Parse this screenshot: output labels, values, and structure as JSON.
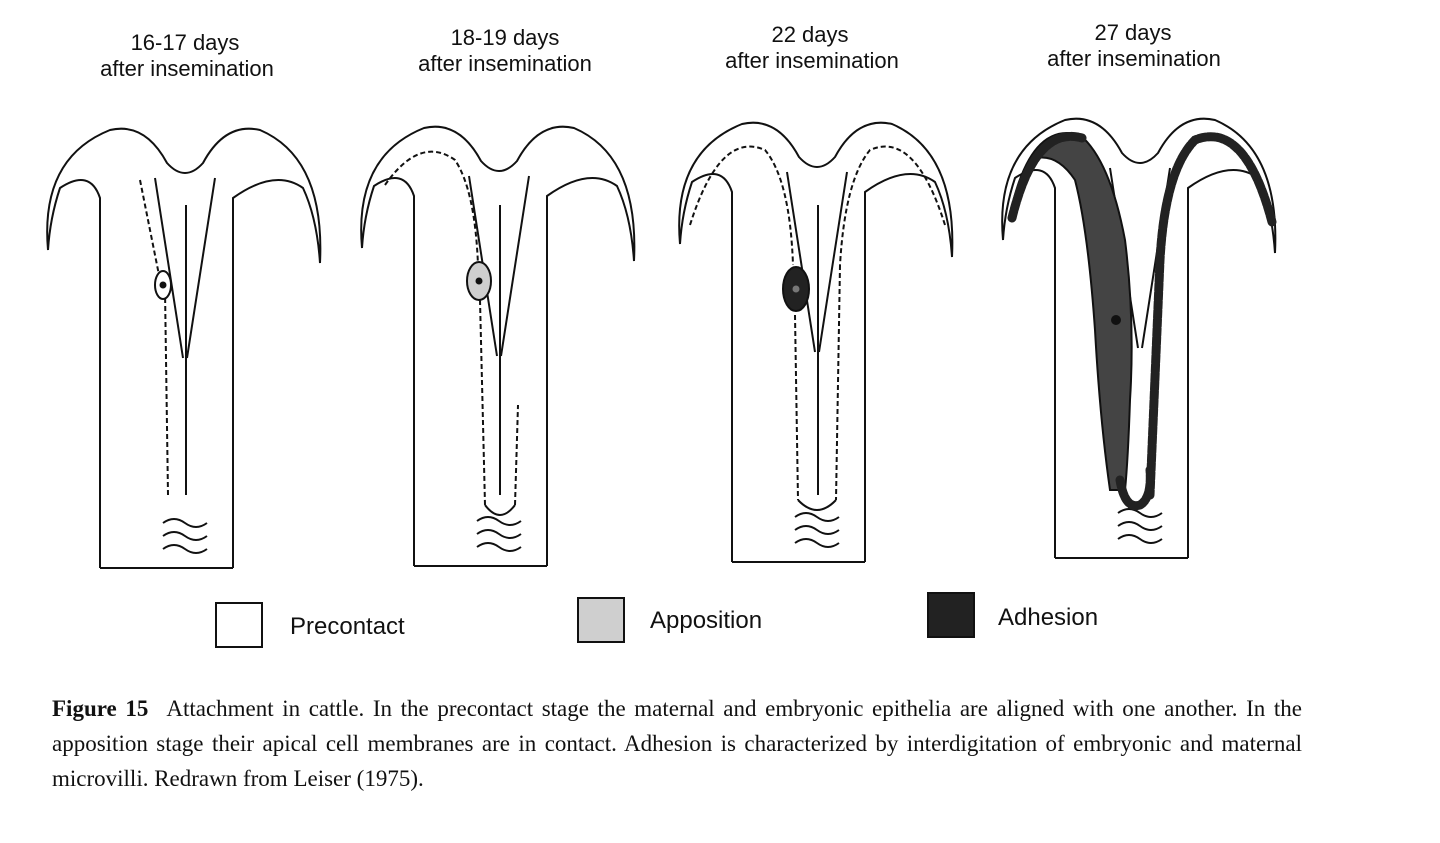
{
  "panels": [
    {
      "stage_line1": "16-17 days",
      "stage_line2": "after insemination"
    },
    {
      "stage_line1": "18-19 days",
      "stage_line2": "after insemination"
    },
    {
      "stage_line1": "22 days",
      "stage_line2": "after insemination"
    },
    {
      "stage_line1": "27 days",
      "stage_line2": "after insemination"
    }
  ],
  "legend": [
    {
      "label": "Precontact",
      "fill": "#ffffff"
    },
    {
      "label": "Apposition",
      "fill": "#cfcfcf"
    },
    {
      "label": "Adhesion",
      "fill": "#222222"
    }
  ],
  "caption": {
    "figure_label": "Figure 15",
    "text": "Attachment in cattle. In the precontact stage the maternal and embryonic epithelia are aligned with one another. In the apposition stage their apical cell membranes are in contact. Adhesion is characterized by interdigitation of embryonic and maternal microvilli. Redrawn from Leiser (1975)."
  },
  "colors": {
    "line": "#111111",
    "apposition": "#cfcfcf",
    "adhesion": "#222222"
  }
}
